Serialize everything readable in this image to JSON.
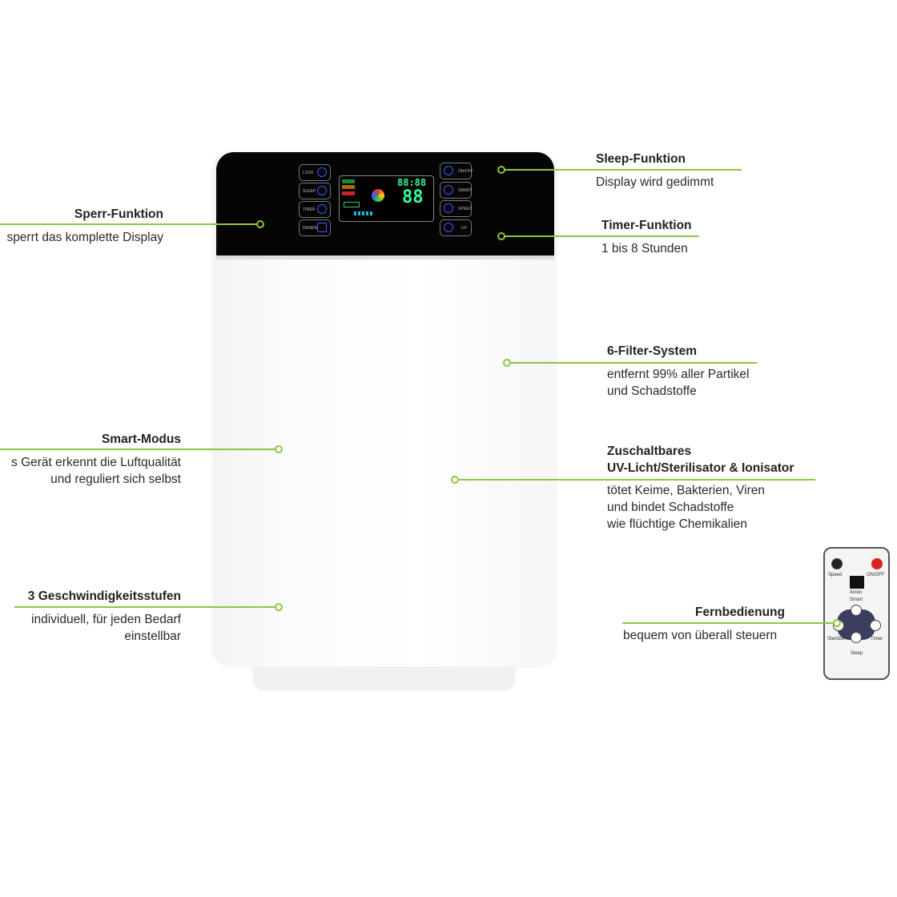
{
  "accent_color": "#8dc63f",
  "callouts": {
    "sleep": {
      "title": "Sleep-Funktion",
      "desc": [
        "Display wird gedimmt"
      ]
    },
    "timer": {
      "title": "Timer-Funktion",
      "desc": [
        "1 bis 8 Stunden"
      ]
    },
    "filter": {
      "title": "6-Filter-System",
      "desc": [
        "entfernt 99% aller Partikel",
        "und Schadstoffe"
      ]
    },
    "uv": {
      "title": [
        "Zuschaltbares",
        "UV-Licht/Sterilisator & Ionisator"
      ],
      "desc": [
        "tötet Keime, Bakterien, Viren",
        "und bindet Schadstoffe",
        "wie flüchtige Chemikalien"
      ]
    },
    "remote": {
      "title": "Fernbedienung",
      "desc": [
        "bequem von überall steuern"
      ]
    },
    "lock": {
      "title": "Sperr-Funktion",
      "desc": [
        "sperrt das komplette Display"
      ]
    },
    "smart": {
      "title": "Smart-Modus",
      "desc": [
        "s Gerät erkennt die Luftqualität",
        "und reguliert sich selbst"
      ]
    },
    "speed": {
      "title": "3 Geschwindigkeitsstufen",
      "desc": [
        "individuell, für jeden Bedarf",
        "einstellbar"
      ]
    }
  },
  "panel": {
    "left_buttons": [
      "LOCK",
      "SLEEP",
      "TIMER",
      "RENEW"
    ],
    "right_buttons": [
      "ON/OFF",
      "SMART",
      "SPEED",
      "UV"
    ],
    "display_time": "88:88",
    "display_main": "88"
  },
  "remote_labels": {
    "speed": "Speed",
    "onoff": "ON/OFF",
    "anion": "Anion",
    "smart": "Smart",
    "sterilize": "Sterilize",
    "timer": "Timer",
    "sleep": "Sleep"
  }
}
